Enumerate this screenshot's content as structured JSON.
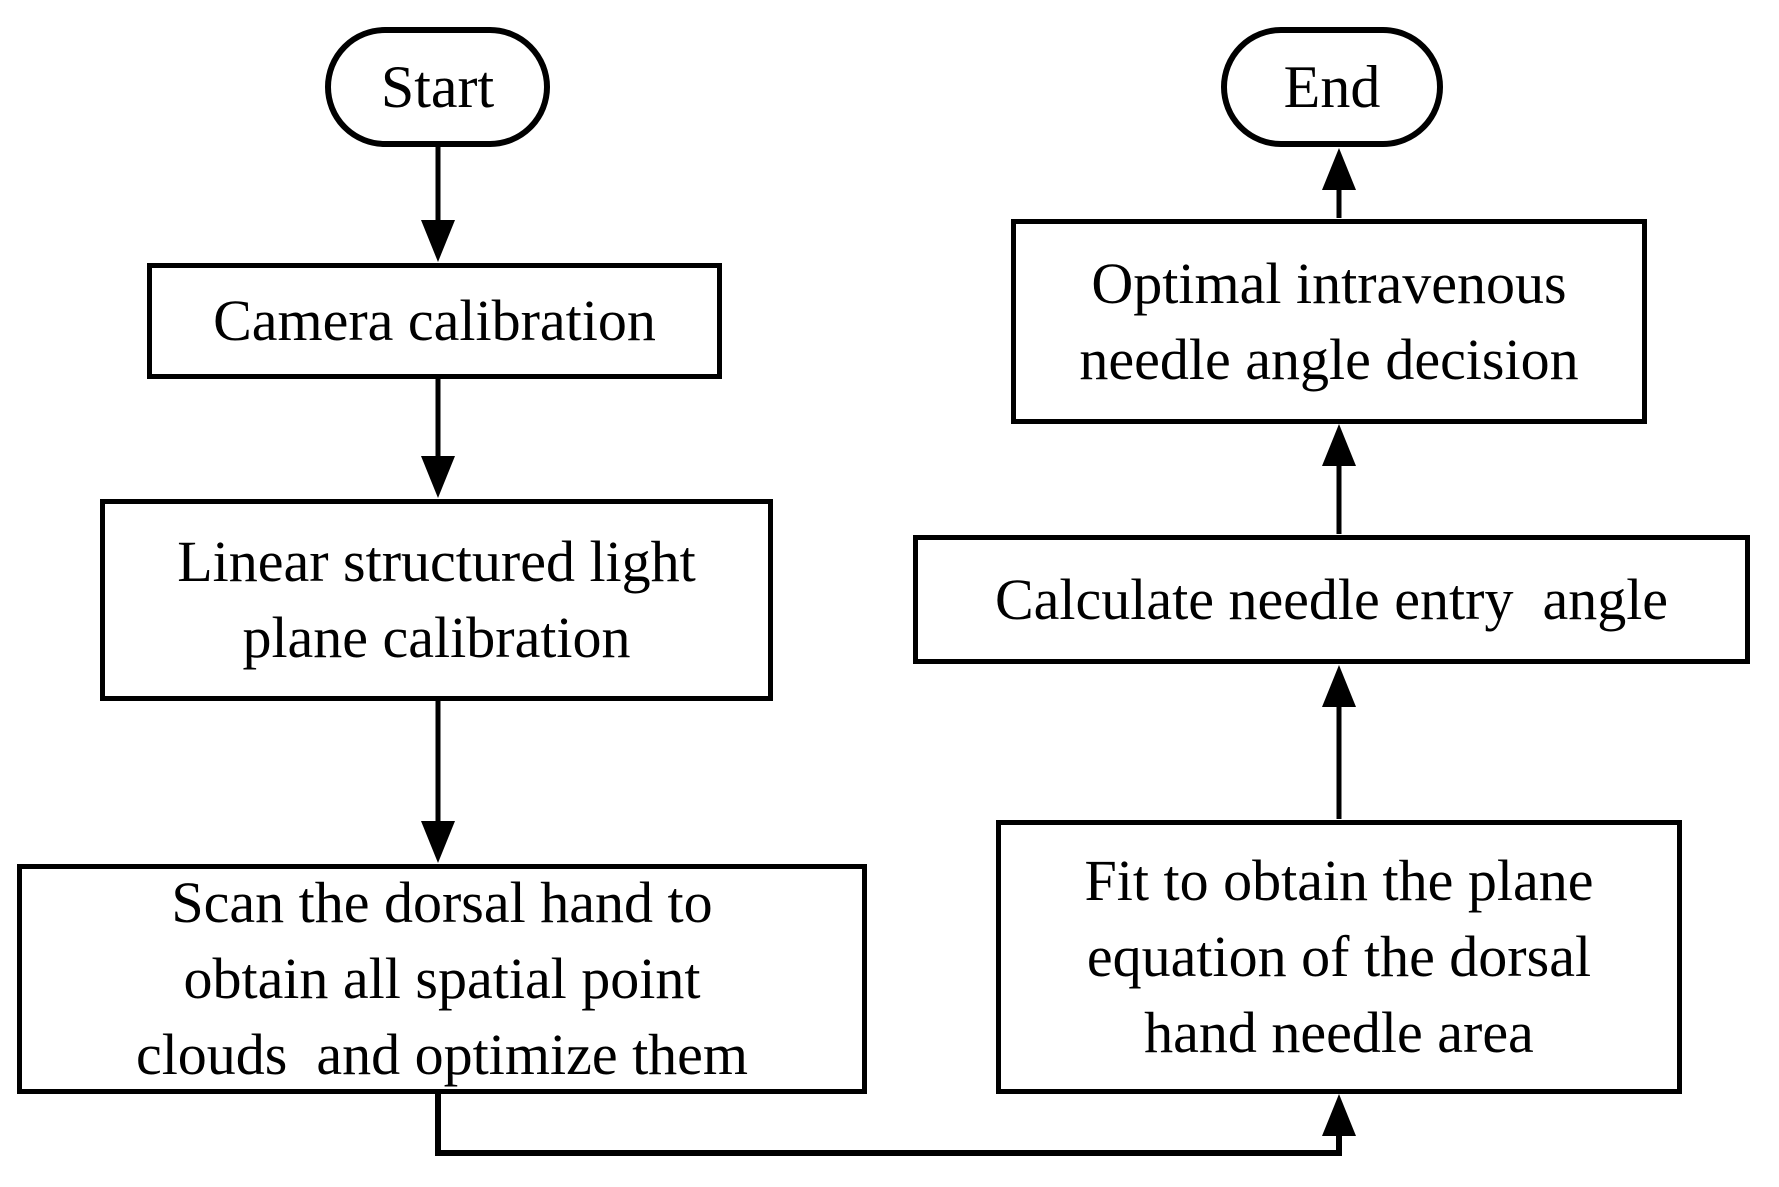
{
  "figure": {
    "type": "flowchart",
    "background_color": "#ffffff",
    "line_color": "#000000",
    "text_color": "#000000"
  },
  "nodes": {
    "start": {
      "label": "Start",
      "shape": "terminator"
    },
    "camera_calibration": {
      "label": "Camera calibration",
      "shape": "process"
    },
    "light_plane_calibration": {
      "label": "Linear structured light\nplane calibration",
      "shape": "process"
    },
    "scan_dorsal_hand": {
      "label": "Scan the dorsal hand to\nobtain all spatial point\nclouds  and optimize them",
      "shape": "process"
    },
    "fit_plane_equation": {
      "label": "Fit to obtain the plane\nequation of the dorsal\nhand needle area",
      "shape": "process"
    },
    "calculate_entry_angle": {
      "label": "Calculate needle entry  angle",
      "shape": "process"
    },
    "optimal_angle_decision": {
      "label": "Optimal intravenous\nneedle angle decision",
      "shape": "process"
    },
    "end": {
      "label": "End",
      "shape": "terminator"
    }
  },
  "edges": [
    {
      "from": "start",
      "to": "camera_calibration"
    },
    {
      "from": "camera_calibration",
      "to": "light_plane_calibration"
    },
    {
      "from": "light_plane_calibration",
      "to": "scan_dorsal_hand"
    },
    {
      "from": "scan_dorsal_hand",
      "to": "fit_plane_equation"
    },
    {
      "from": "fit_plane_equation",
      "to": "calculate_entry_angle"
    },
    {
      "from": "calculate_entry_angle",
      "to": "optimal_angle_decision"
    },
    {
      "from": "optimal_angle_decision",
      "to": "end"
    }
  ]
}
